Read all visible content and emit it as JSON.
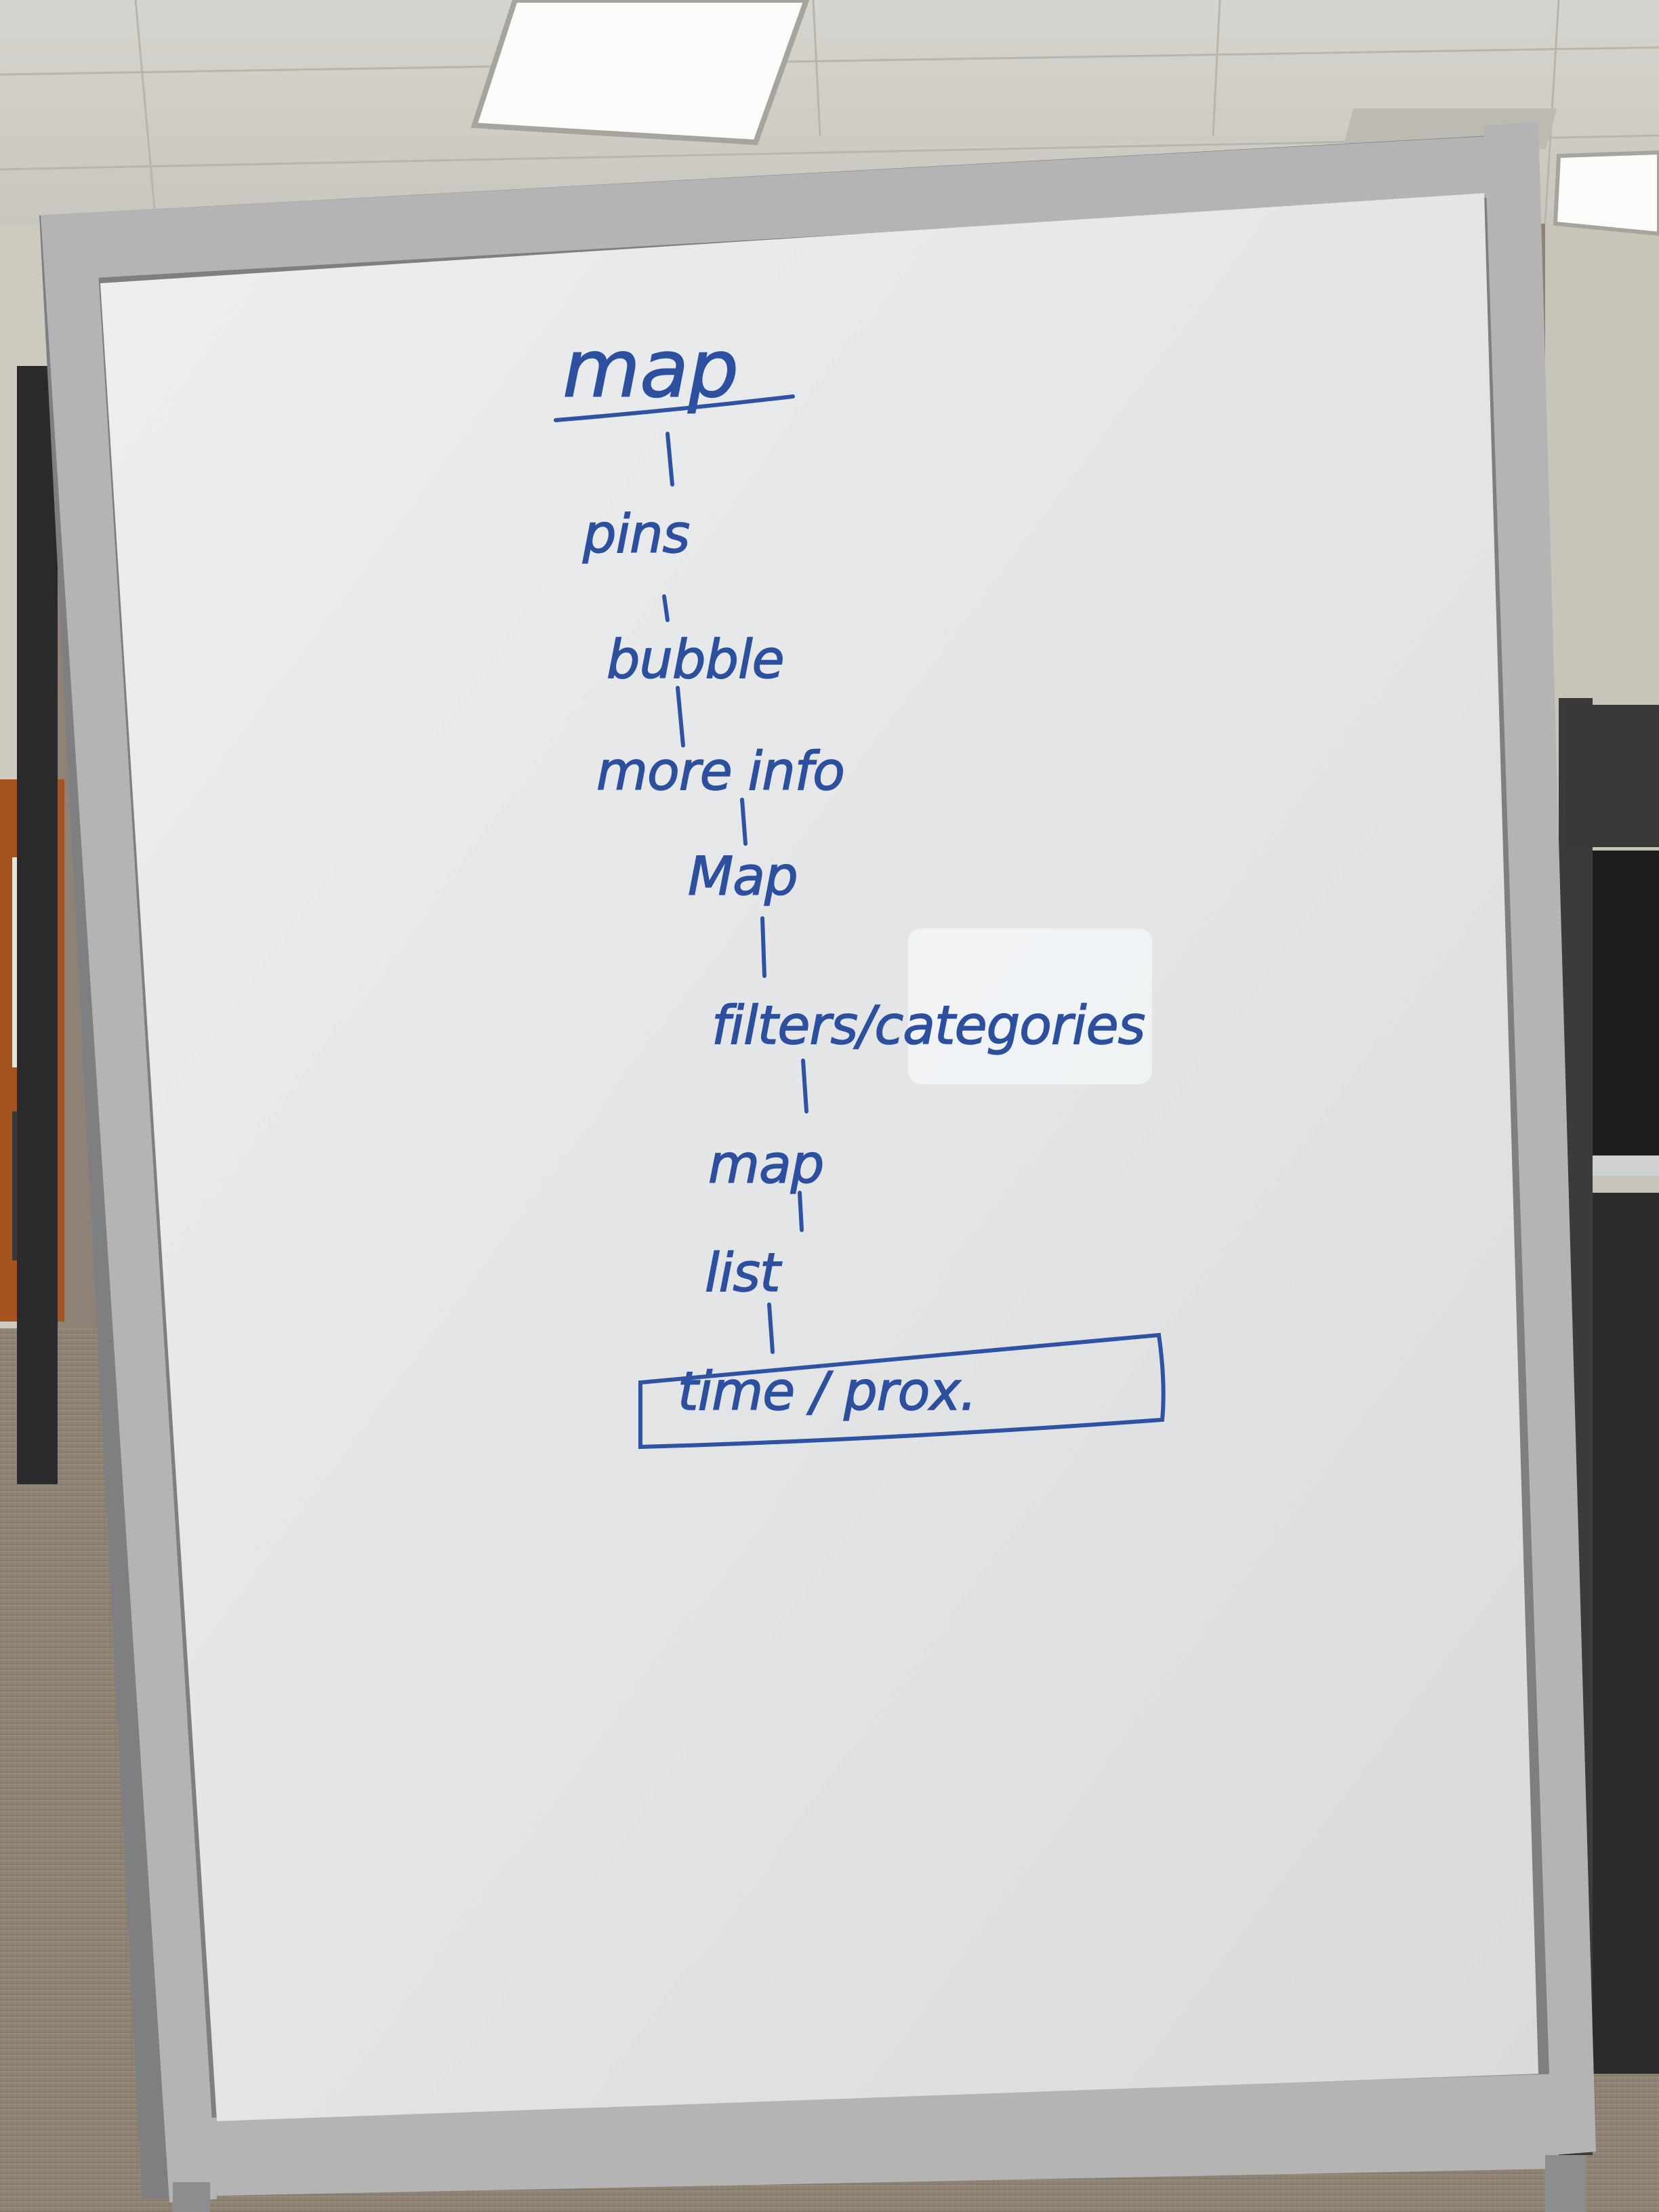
{
  "whiteboard": {
    "title": "map",
    "nodes": [
      {
        "id": "pins",
        "label": "pins"
      },
      {
        "id": "bubble",
        "label": "bubble"
      },
      {
        "id": "more-info",
        "label": "more info"
      },
      {
        "id": "map-2",
        "label": "Map"
      },
      {
        "id": "filters-categories",
        "label": "filters/categories"
      },
      {
        "id": "map-3",
        "label": "map"
      },
      {
        "id": "list",
        "label": "list"
      },
      {
        "id": "time-prox",
        "label": "time / prox.",
        "boxed": true
      }
    ],
    "edges": [
      {
        "from": "map",
        "to": "pins"
      },
      {
        "from": "pins",
        "to": "bubble"
      },
      {
        "from": "bubble",
        "to": "more-info"
      },
      {
        "from": "more-info",
        "to": "map-2"
      },
      {
        "from": "map-2",
        "to": "filters-categories"
      },
      {
        "from": "filters-categories",
        "to": "map-3"
      },
      {
        "from": "map-3",
        "to": "list"
      },
      {
        "from": "list",
        "to": "time-prox"
      }
    ]
  },
  "colors": {
    "ink": "#2c4f9e",
    "board": "#e6e8ea",
    "frame": "#b3b4b3",
    "ceiling": "#d9d8d2",
    "carpet": "#8d8275",
    "wall": "#cfcac0"
  }
}
